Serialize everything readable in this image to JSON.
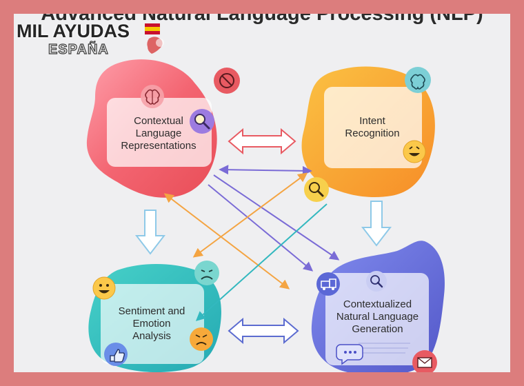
{
  "title": "Advanced Natural Language Processing (NLP)",
  "logo": {
    "main": "MIL AYUDAS",
    "sub": "ESPAÑA"
  },
  "nodes": {
    "contextual": {
      "lines": [
        "Contextual",
        "Language",
        "Representations"
      ],
      "color": "#f25a66"
    },
    "intent": {
      "lines": [
        "Intent",
        "Recognition"
      ],
      "color": "#f8a11e"
    },
    "sentiment": {
      "lines": [
        "Sentiment and",
        "Emotion",
        "Analysis"
      ],
      "color": "#22b5b3"
    },
    "generation": {
      "lines": [
        "Contextualized",
        "Natural Language",
        "Generation"
      ],
      "color": "#5a63d6"
    }
  },
  "icons": {
    "contextual": [
      "brain-icon",
      "search-icon",
      "no-icon"
    ],
    "intent": [
      "brain-icon",
      "smile-icon",
      "search-people-icon"
    ],
    "sentiment": [
      "smile-icon",
      "frown-icon",
      "angry-icon",
      "thumbs-up-icon"
    ],
    "generation": [
      "fire-truck-icon",
      "search-icon",
      "chat-icon",
      "mail-icon"
    ]
  },
  "colors": {
    "frame_border": "#dc7d7d",
    "background": "#efeff1",
    "arrow_purple": "#7a6bd6",
    "arrow_orange": "#f4a442",
    "arrow_teal": "#33b8bf",
    "arrow_red": "#e85a62",
    "arrow_light_blue": "#8ec9e8"
  }
}
